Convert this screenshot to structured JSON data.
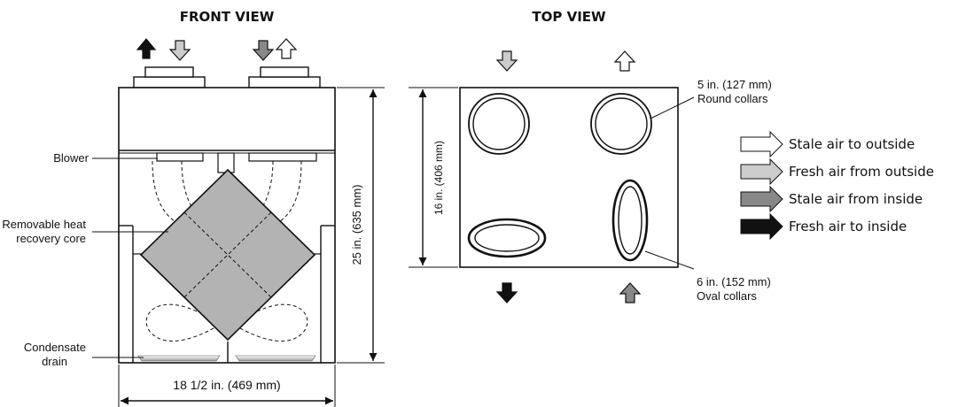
{
  "front_view": {
    "title": "FRONT VIEW",
    "labels": {
      "blower": "Blower",
      "core_line1": "Removable heat",
      "core_line2": "recovery core",
      "drain_line1": "Condensate",
      "drain_line2": "drain"
    },
    "dimensions": {
      "height": "25 in. (635 mm)",
      "width": "18 1/2 in. (469 mm)"
    }
  },
  "top_view": {
    "title": "TOP VIEW",
    "dimension_depth": "16 in. (406 mm)",
    "round_line1": "5 in. (127 mm)",
    "round_line2": "Round collars",
    "oval_line1": "6 in. (152 mm)",
    "oval_line2": "Oval collars"
  },
  "legend": [
    {
      "label": "Stale air to outside",
      "color": "#ffffff"
    },
    {
      "label": "Fresh air from outside",
      "color": "#cccccc"
    },
    {
      "label": "Stale air from inside",
      "color": "#888888"
    },
    {
      "label": "Fresh air to inside",
      "color": "#111111"
    }
  ],
  "colors": {
    "core": "#b3b3b3",
    "line": "#111111"
  }
}
